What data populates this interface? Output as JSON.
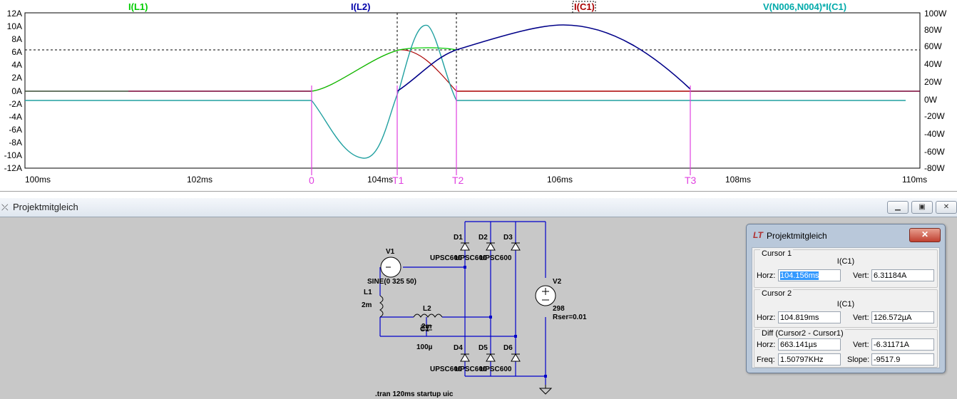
{
  "plot": {
    "traces": [
      {
        "label": "I(L1)",
        "color": "#00cc00"
      },
      {
        "label": "I(L2)",
        "color": "#0000aa"
      },
      {
        "label": "I(C1)",
        "color": "#aa0000"
      },
      {
        "label": "V(N006,N004)*I(C1)",
        "color": "#00aaaa"
      }
    ],
    "y_left_ticks": [
      "12A",
      "10A",
      "8A",
      "6A",
      "4A",
      "2A",
      "0A",
      "-2A",
      "-4A",
      "-6A",
      "-8A",
      "-10A",
      "-12A"
    ],
    "y_right_ticks": [
      "100W",
      "80W",
      "60W",
      "40W",
      "20W",
      "0W",
      "-20W",
      "-40W",
      "-60W",
      "-80W"
    ],
    "x_ticks": [
      "100ms",
      "102ms",
      "104ms",
      "106ms",
      "108ms",
      "110ms"
    ],
    "markers": [
      "0",
      "T1",
      "T2",
      "T3"
    ]
  },
  "schematic": {
    "window_title": "Projektmitgleich",
    "labels": {
      "v1": "V1",
      "v1_value": "SINE(0 325 50)",
      "l1": "L1",
      "l1_value": "2m",
      "l2": "L2",
      "l2_value": "2m",
      "c1": "C1",
      "c1_value": "100µ",
      "v2": "V2",
      "v2_value": "298",
      "v2_rser": "Rser=0.01",
      "d1": "D1",
      "d2": "D2",
      "d3": "D3",
      "d4": "D4",
      "d5": "D5",
      "d6": "D6",
      "diode_model": "UPSC600",
      "directive": ".tran 120ms startup uic"
    }
  },
  "cursor_dialog": {
    "title": "Projektmitgleich",
    "cursor1": {
      "label": "Cursor 1",
      "trace": "I(C1)",
      "horz_label": "Horz:",
      "horz": "104.156ms",
      "vert_label": "Vert:",
      "vert": "6.31184A"
    },
    "cursor2": {
      "label": "Cursor 2",
      "trace": "I(C1)",
      "horz_label": "Horz:",
      "horz": "104.819ms",
      "vert_label": "Vert:",
      "vert": "126.572µA"
    },
    "diff": {
      "label": "Diff (Cursor2 - Cursor1)",
      "horz_label": "Horz:",
      "horz": "663.141µs",
      "vert_label": "Vert:",
      "vert": "-6.31171A",
      "freq_label": "Freq:",
      "freq": "1.50797KHz",
      "slope_label": "Slope:",
      "slope": "-9517.9"
    }
  }
}
